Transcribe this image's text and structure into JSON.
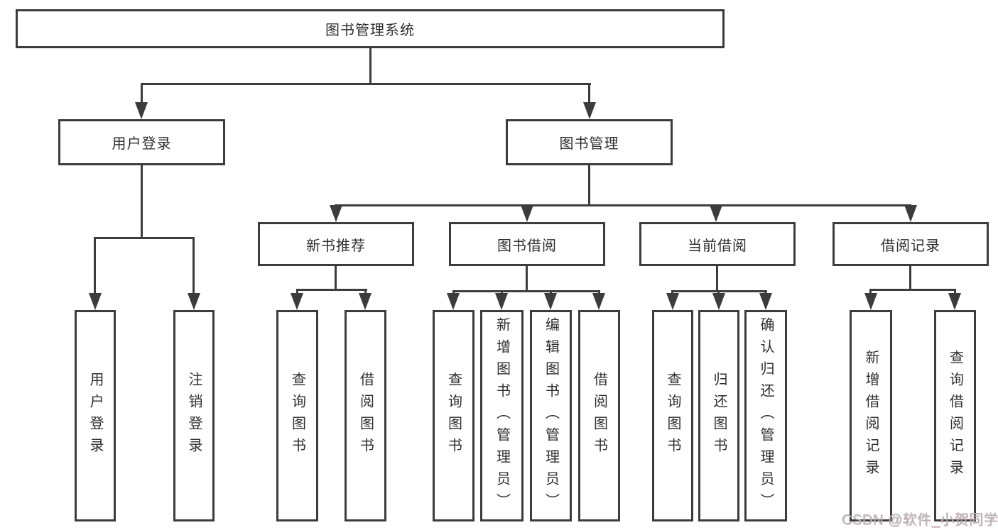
{
  "diagram": {
    "title": "图书管理系统",
    "root": {
      "label": "图书管理系统"
    },
    "level2": {
      "user_login": {
        "label": "用户登录"
      },
      "book_mgmt": {
        "label": "图书管理"
      }
    },
    "level3": {
      "new_books": {
        "label": "新书推荐"
      },
      "book_borrow": {
        "label": "图书借阅"
      },
      "current_borrow": {
        "label": "当前借阅"
      },
      "borrow_records": {
        "label": "借阅记录"
      }
    },
    "leaves": {
      "user_login_children": [
        "用户登录",
        "注销登录"
      ],
      "new_books_children": [
        "查询图书",
        "借阅图书"
      ],
      "book_borrow_children": [
        "查询图书",
        "新增图书（管理员）",
        "编辑图书（管理员）",
        "借阅图书"
      ],
      "current_borrow_children": [
        "查询图书",
        "归还图书",
        "确认归还（管理员）"
      ],
      "borrow_records_children": [
        "新增借阅记录",
        "查询借阅记录"
      ]
    }
  },
  "watermark": {
    "text": "CSDN @软件_小贺同学"
  },
  "colors": {
    "line": "#3c3c3c",
    "text": "#2e2e2e",
    "watermark": "#aeb4b9",
    "bg": "#ffffff"
  }
}
